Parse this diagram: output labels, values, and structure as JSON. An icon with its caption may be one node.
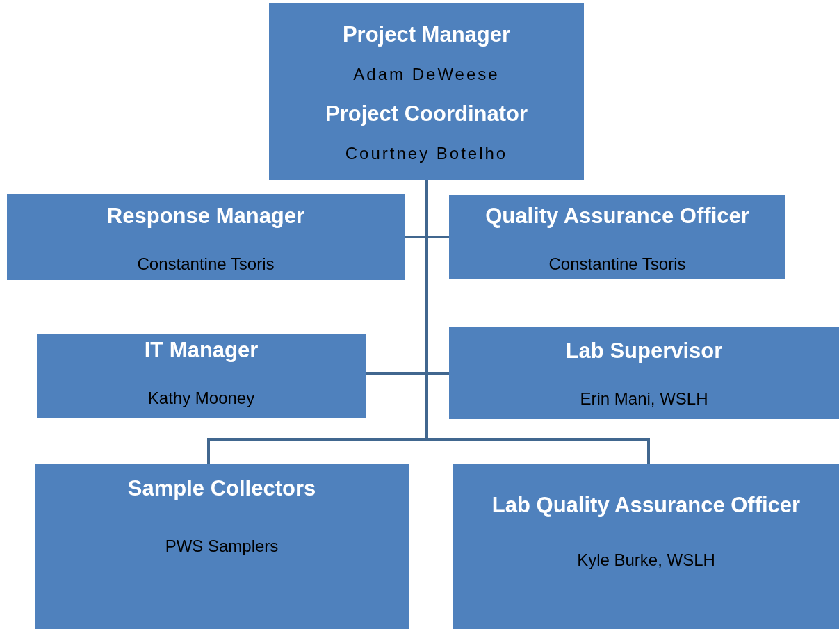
{
  "diagram": {
    "nodes": [
      {
        "text": [
          "Project Manager",
          "Adam DeWeese",
          "Project Coordinator",
          "Courtney Botelho"
        ]
      },
      {
        "text": [
          "Response Manager",
          "Constantine Tsoris"
        ]
      },
      {
        "text": [
          "Quality Assurance Officer",
          "Constantine Tsoris"
        ]
      },
      {
        "text": [
          "IT Manager",
          "Kathy Mooney"
        ]
      },
      {
        "text": [
          "Lab Supervisor",
          "Erin Mani, WSLH"
        ]
      },
      {
        "text": [
          "Sample Collectors",
          "PWS Samplers"
        ]
      },
      {
        "text": [
          "Lab Quality Assurance Officer",
          "Kyle Burke, WSLH"
        ]
      }
    ],
    "edges": [
      {
        "from": 0,
        "to": 1,
        "arrow": "none"
      },
      {
        "from": 0,
        "to": 2,
        "arrow": "none"
      },
      {
        "from": 0,
        "to": 3,
        "arrow": "none"
      },
      {
        "from": 0,
        "to": 4,
        "arrow": "none"
      },
      {
        "from": 0,
        "to": 5,
        "arrow": "none"
      },
      {
        "from": 0,
        "to": 6,
        "arrow": "none"
      }
    ]
  }
}
